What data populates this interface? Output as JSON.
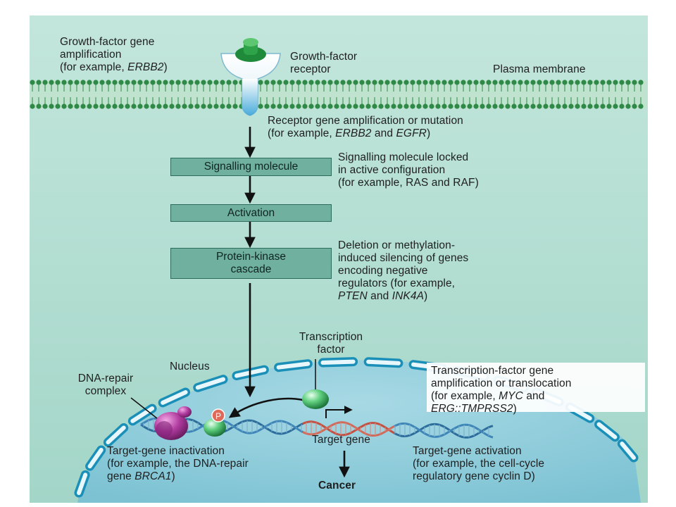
{
  "labels": {
    "gf_amp_line1": "Growth-factor gene",
    "gf_amp_line2": "amplification",
    "gf_amp_line3_pre": "(for example, ",
    "gf_amp_line3_italic": "ERBB2",
    "gf_amp_line3_post": ")",
    "receptor_line1": "Growth-factor",
    "receptor_line2": "receptor",
    "plasma_membrane": "Plasma membrane",
    "receptor_amp_line1": "Receptor gene amplification or mutation",
    "receptor_amp_line2_pre": "(for example, ",
    "receptor_amp_line2_it1": "ERBB2",
    "receptor_amp_line2_mid": " and ",
    "receptor_amp_line2_it2": "EGFR",
    "receptor_amp_line2_post": ")",
    "locked_line1": "Signalling molecule locked",
    "locked_line2": "in active configuration",
    "locked_line3": "(for example, RAS and RAF)",
    "deletion_line1": "Deletion or methylation-",
    "deletion_line2": "induced silencing of genes",
    "deletion_line3": "encoding negative",
    "deletion_line4": "regulators (for example,",
    "deletion_line5_it1": "PTEN",
    "deletion_line5_mid": " and ",
    "deletion_line5_it2": "INK4A",
    "deletion_line5_post": ")",
    "tf_line1": "Transcription",
    "tf_line2": "factor",
    "nucleus": "Nucleus",
    "dna_repair_line1": "DNA-repair",
    "dna_repair_line2": "complex",
    "tf_gene_line1": "Transcription-factor gene",
    "tf_gene_line2": "amplification or translocation",
    "tf_gene_line3_pre": "(for example, ",
    "tf_gene_line3_it": "MYC",
    "tf_gene_line3_post": " and",
    "tf_gene_line4_it": "ERG::TMPRSS2",
    "tf_gene_line4_post": ")",
    "phospho": "P",
    "inact_line1": "Target-gene inactivation",
    "inact_line2": "(for example, the DNA-repair",
    "inact_line3_pre": "gene ",
    "inact_line3_it": "BRCA1",
    "inact_line3_post": ")",
    "target_gene": "Target gene",
    "act_line1": "Target-gene activation",
    "act_line2": "(for example, the cell-cycle",
    "act_line3": "regulatory gene cyclin D)",
    "cancer": "Cancer"
  },
  "boxes": {
    "signalling": "Signalling molecule",
    "activation": "Activation",
    "kinase_line1": "Protein-kinase",
    "kinase_line2": "cascade"
  },
  "colors": {
    "cytoplasm": "#a9d8cb",
    "membrane": "#2f8a48",
    "nucleus": "#8fcbd8",
    "nuclear_envelope": "#1a8fb8",
    "box_fill": "#6fb19e",
    "receptor": "#2fa34a",
    "dna_blue": "#2c6d9b",
    "dna_red": "#c25043"
  }
}
